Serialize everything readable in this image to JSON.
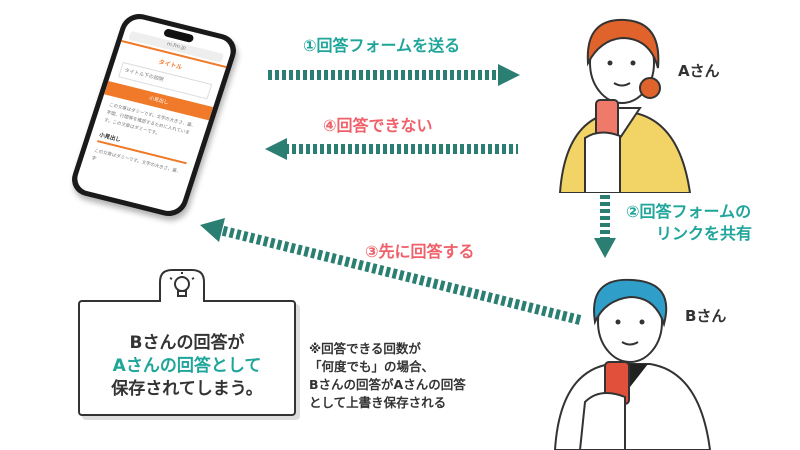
{
  "steps": {
    "step1": "①回答フォームを送る",
    "step2_line1": "②回答フォームの",
    "step2_line2": "リンクを共有",
    "step3": "③先に回答する",
    "step4": "④回答できない"
  },
  "people": {
    "a": "Aさん",
    "b": "Bさん"
  },
  "phone": {
    "url": "m.fm.jp",
    "title": "タイトル",
    "input_placeholder": "タイトル下の説明",
    "button": "小見出し",
    "body_text": "この文章はダミーです。文字の大きさ、量、字間、行間等を確認するために入れています。この文章はダミーです。",
    "subheading": "小見出し",
    "footer_text": "この文章はダミーです。文字の大きさ、量、字"
  },
  "callout": {
    "line1": "Bさんの回答が",
    "line2": "Aさんの回答として",
    "line3": "保存されてしまう。"
  },
  "note": {
    "line1": "※回答できる回数が",
    "line2": "「何度でも」の場合、",
    "line3": "Bさんの回答がAさんの回答",
    "line4": "として上書き保存される"
  },
  "colors": {
    "teal": "#1fa59a",
    "arrow": "#2a7f72",
    "pink": "#f0606a",
    "orange": "#f07a2a"
  }
}
